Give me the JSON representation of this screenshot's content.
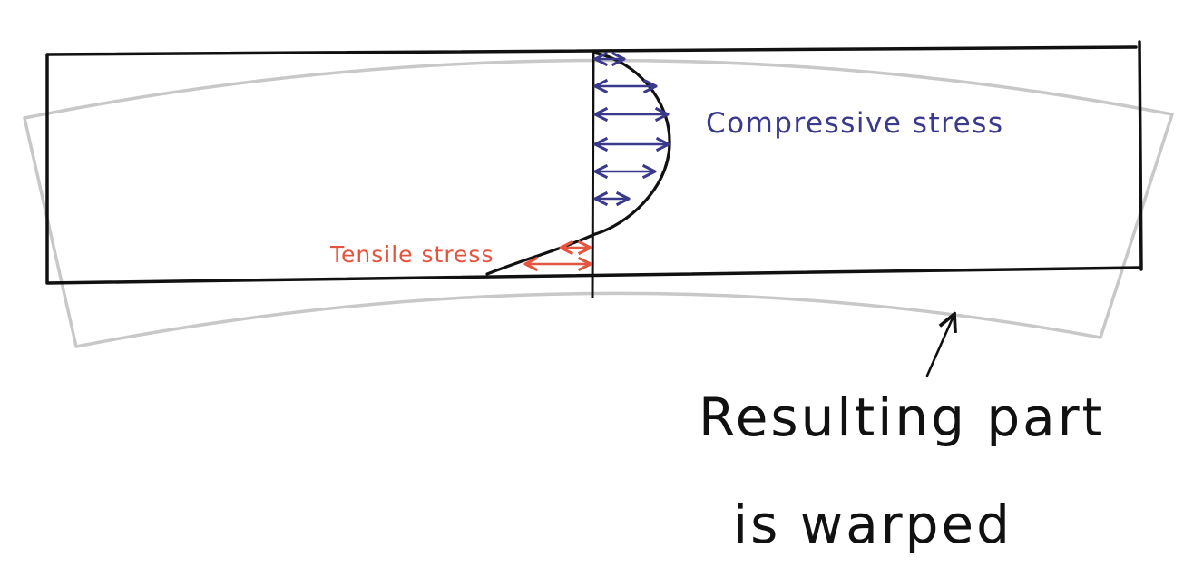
{
  "labels": {
    "compressive": "Compressive stress",
    "tensile": "Tensile stress",
    "result_line1": "Resulting part",
    "result_line2": "is warped"
  },
  "colors": {
    "outline": "#111111",
    "warped_outline": "#c8c8c8",
    "compressive": "#3a3a8c",
    "tensile": "#e4543e",
    "text": "#111111",
    "background": "#ffffff"
  }
}
